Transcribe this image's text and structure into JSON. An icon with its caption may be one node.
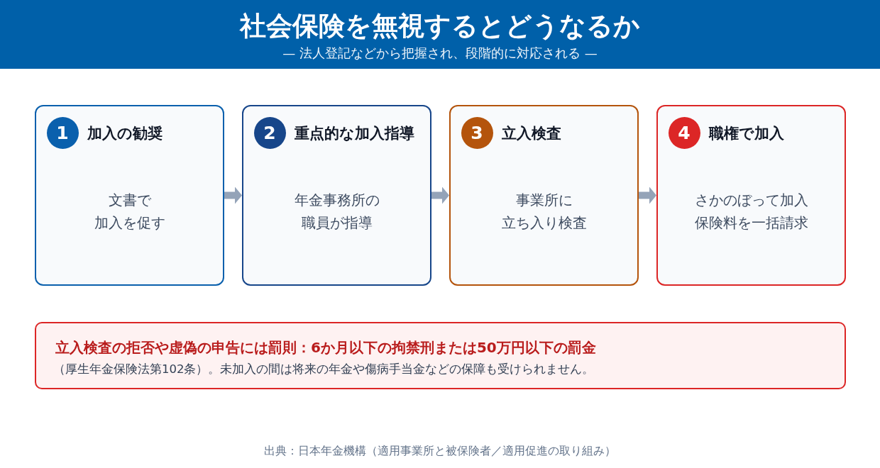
{
  "diagram": {
    "title": "社会保険を無視するとどうなるか",
    "nodes": [
      {
        "text": [
          "加入の勧奨",
          "文書で加入を促す"
        ]
      },
      {
        "text": [
          "1"
        ],
        "in": 0
      },
      {
        "text": [
          "重点的な加入指導",
          "年金事務所の職員が指導"
        ]
      },
      {
        "text": [
          "2"
        ],
        "in": 2
      },
      {
        "text": [
          "立入検査",
          "事業所に立ち入り検査"
        ]
      },
      {
        "text": [
          "3"
        ],
        "in": 4
      },
      {
        "text": [
          "職権で加入",
          "さかのぼって加入保険料を一括請求"
        ]
      },
      {
        "text": [
          "4"
        ],
        "in": 6
      },
      {
        "text": [
          "立入検査の拒否や虚偽の申告には罰則：6か月以下の拘禁刑または50万円以下の罰金",
          "（厚生年金保険法第102条）。未加入の間は将来の年金や傷病手当金などの保障も受けられません。"
        ]
      }
    ],
    "edges": [
      {
        "from": 0,
        "to": 2,
        "arrow": "to"
      },
      {
        "from": 2,
        "to": 4,
        "arrow": "to"
      },
      {
        "from": 4,
        "to": 6,
        "arrow": "to"
      }
    ],
    "labels": [
      "— 法人登記などから把握され、段階的に対応される —"
    ],
    "caption": "出典：日本年金機構（適用事業所と被保険者／適用促進の取り組み）"
  }
}
